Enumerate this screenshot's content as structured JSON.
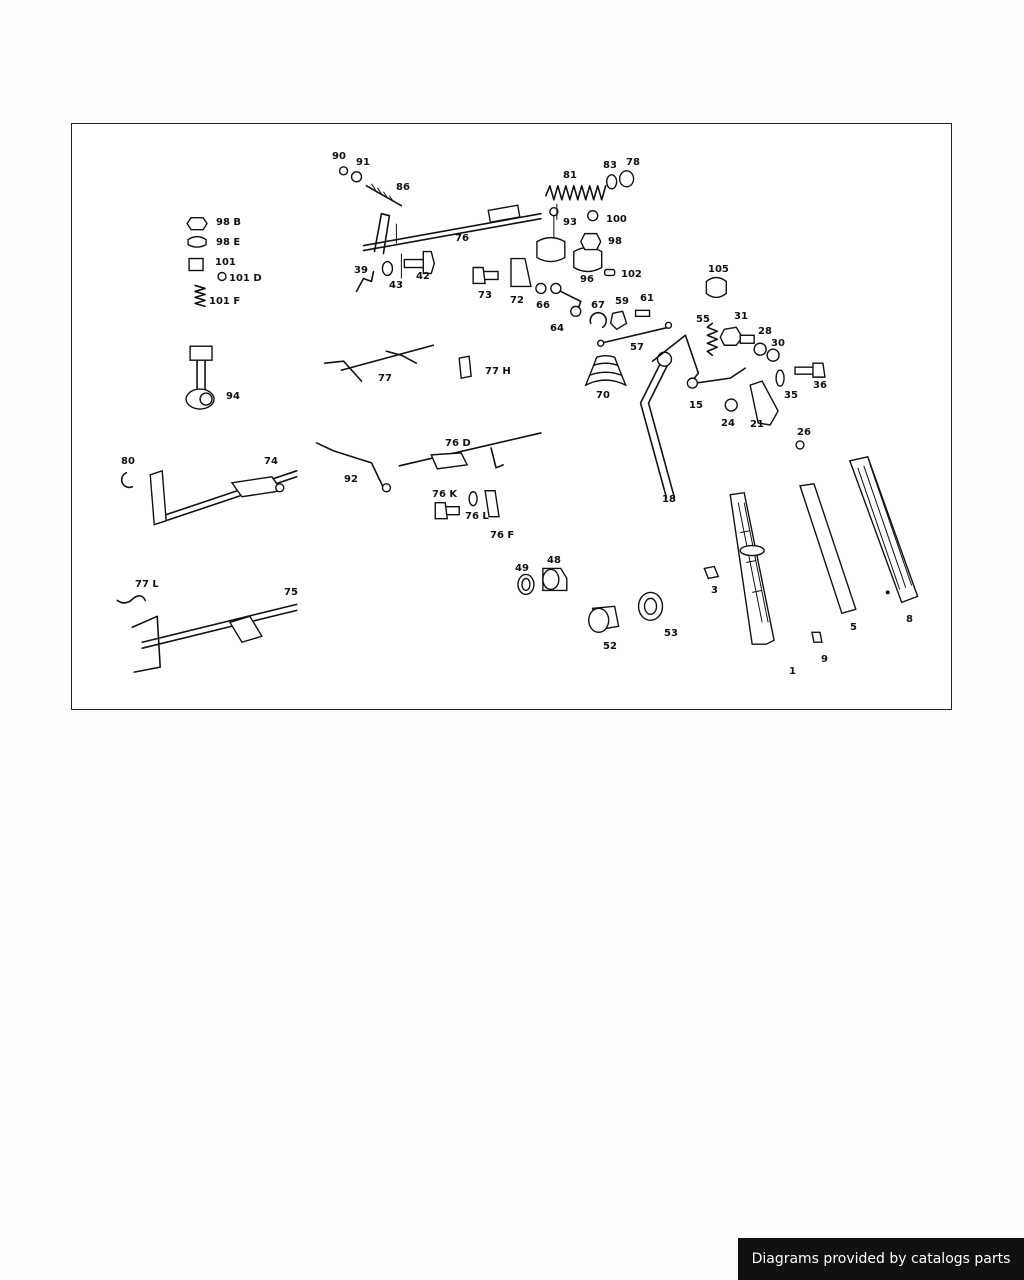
{
  "diagram": {
    "labels": {
      "l90": "90",
      "l91": "91",
      "l86": "86",
      "l81": "81",
      "l83": "83",
      "l78": "78",
      "l76": "76",
      "l93": "93",
      "l100": "100",
      "l98": "98",
      "l96": "96",
      "l102": "102",
      "l39": "39",
      "l43": "43",
      "l42": "42",
      "l73": "73",
      "l72": "72",
      "l66": "66",
      "l64": "64",
      "l67": "67",
      "l59": "59",
      "l61": "61",
      "l105": "105",
      "l55": "55",
      "l31": "31",
      "l28": "28",
      "l30": "30",
      "l36": "36",
      "l35": "35",
      "l57": "57",
      "l70": "70",
      "l15": "15",
      "l24": "24",
      "l21": "21",
      "l26": "26",
      "l18": "18",
      "l98b": "98 B",
      "l98e": "98 E",
      "l101": "101",
      "l101d": "101 D",
      "l101f": "101 F",
      "l94": "94",
      "l77": "77",
      "l77h": "77 H",
      "l76d": "76 D",
      "l92": "92",
      "l80": "80",
      "l74": "74",
      "l76k": "76 K",
      "l76l": "76 L",
      "l76f": "76 F",
      "l77l": "77 L",
      "l75": "75",
      "l49": "49",
      "l48": "48",
      "l52": "52",
      "l53": "53",
      "l3": "3",
      "l1": "1",
      "l9": "9",
      "l5": "5",
      "l8": "8"
    }
  },
  "footer": {
    "credit": "Diagrams provided by catalogs parts"
  }
}
